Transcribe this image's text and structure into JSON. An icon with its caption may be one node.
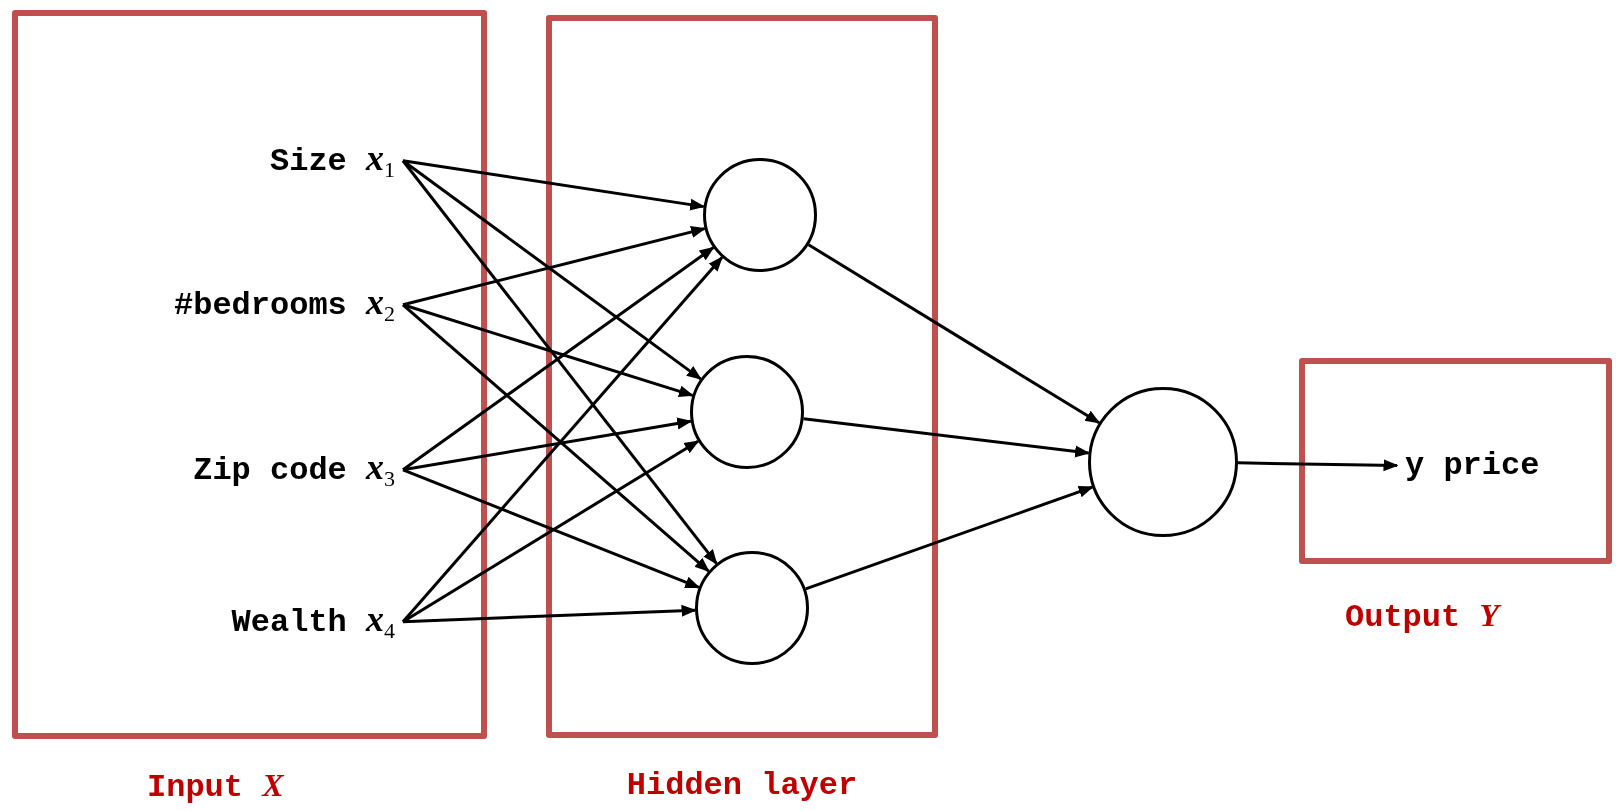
{
  "diagram": {
    "nodes": [
      {
        "text": [
          "Input *X*"
        ]
      },
      {
        "text": [
          "Size *x*$_{1}$"
        ],
        "in": 0
      },
      {
        "text": [
          "#bedrooms *x*$_{2}$"
        ],
        "in": 0
      },
      {
        "text": [
          "Zip code *x*$_{3}$"
        ],
        "in": 0
      },
      {
        "text": [
          "Wealth *x*$_{4}$"
        ],
        "in": 0
      },
      {
        "text": [
          "Hidden layer"
        ]
      },
      {
        "text": [],
        "shape": "circle",
        "in": 5
      },
      {
        "text": [],
        "shape": "circle",
        "in": 5
      },
      {
        "text": [],
        "shape": "circle",
        "in": 5
      },
      {
        "text": [],
        "shape": "circle"
      },
      {
        "text": [
          "Output *Y*"
        ]
      },
      {
        "text": [
          "y price"
        ],
        "in": 10
      }
    ],
    "edges": [
      {
        "from": 1,
        "to": 6,
        "arrow": "to"
      },
      {
        "from": 1,
        "to": 7,
        "arrow": "to"
      },
      {
        "from": 1,
        "to": 8,
        "arrow": "to"
      },
      {
        "from": 2,
        "to": 6,
        "arrow": "to"
      },
      {
        "from": 2,
        "to": 7,
        "arrow": "to"
      },
      {
        "from": 2,
        "to": 8,
        "arrow": "to"
      },
      {
        "from": 3,
        "to": 6,
        "arrow": "to"
      },
      {
        "from": 3,
        "to": 7,
        "arrow": "to"
      },
      {
        "from": 3,
        "to": 8,
        "arrow": "to"
      },
      {
        "from": 4,
        "to": 6,
        "arrow": "to"
      },
      {
        "from": 4,
        "to": 7,
        "arrow": "to"
      },
      {
        "from": 4,
        "to": 8,
        "arrow": "to"
      },
      {
        "from": 6,
        "to": 9,
        "arrow": "to"
      },
      {
        "from": 7,
        "to": 9,
        "arrow": "to"
      },
      {
        "from": 8,
        "to": 9,
        "arrow": "to"
      },
      {
        "from": 9,
        "to": 11,
        "arrow": "to"
      }
    ]
  }
}
